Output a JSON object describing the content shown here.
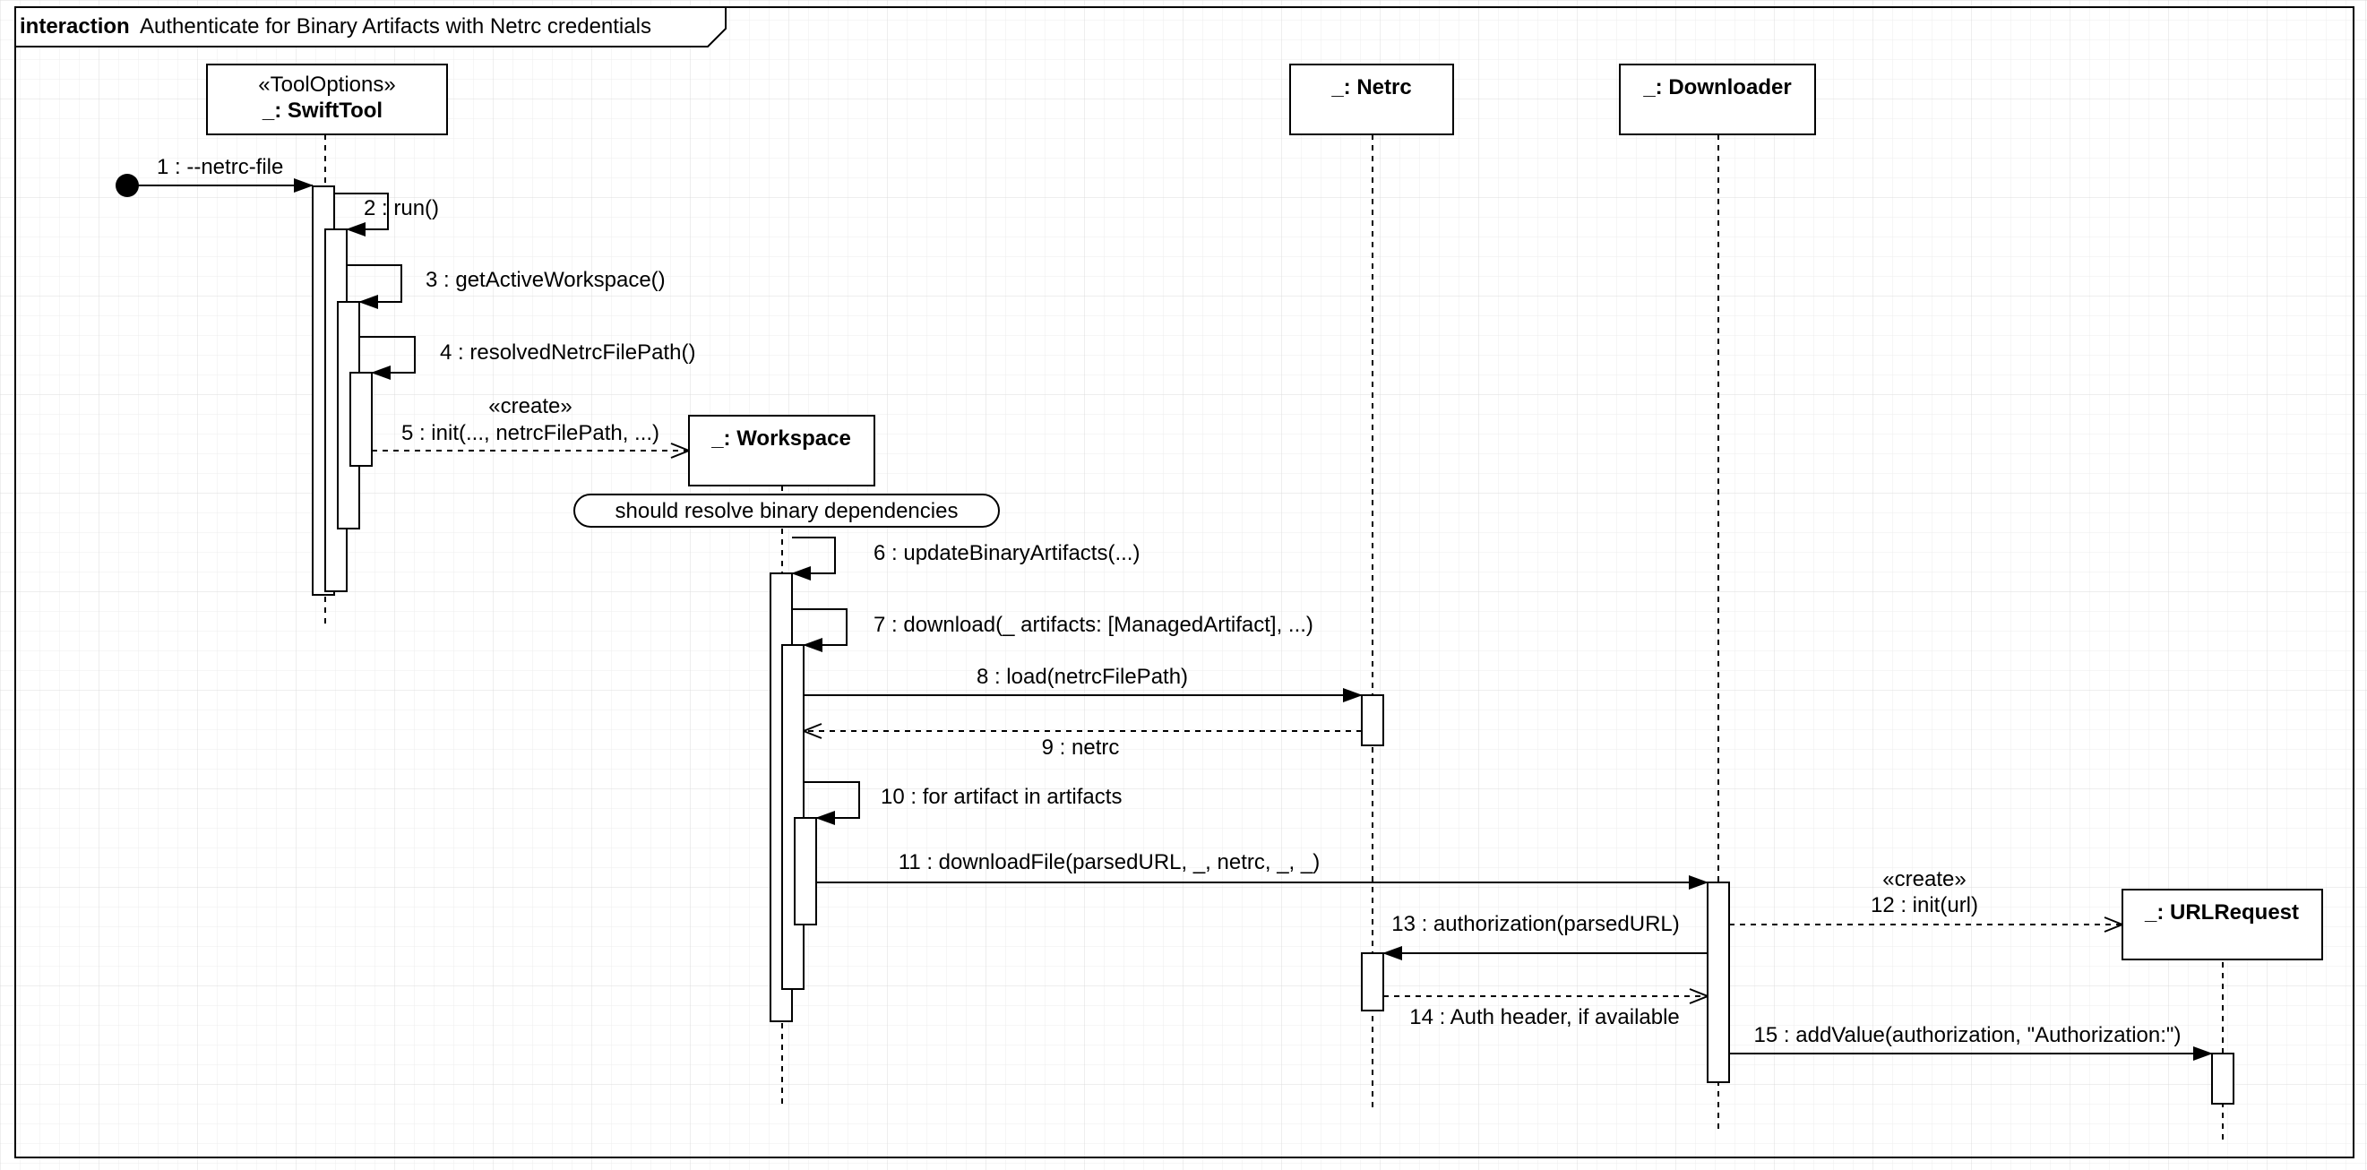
{
  "frame": {
    "keyword": "interaction",
    "title": "Authenticate for Binary Artifacts with Netrc credentials"
  },
  "lifelines": {
    "swifttool": {
      "stereotype": "«ToolOptions»",
      "name": "_: SwiftTool"
    },
    "workspace": {
      "name": "_: Workspace"
    },
    "netrc": {
      "name": "_: Netrc"
    },
    "downloader": {
      "name": "_: Downloader"
    },
    "urlrequest": {
      "name": "_: URLRequest"
    }
  },
  "guard": "should resolve binary dependencies",
  "messages": {
    "m1": "1 : --netrc-file",
    "m2": "2 : run()",
    "m3": "3 : getActiveWorkspace()",
    "m4": "4 : resolvedNetrcFilePath()",
    "m5_stereotype": "«create»",
    "m5": "5 : init(..., netrcFilePath, ...)",
    "m6": "6 : updateBinaryArtifacts(...)",
    "m7": "7 : download(_ artifacts: [ManagedArtifact], ...)",
    "m8": "8 : load(netrcFilePath)",
    "m9": "9 : netrc",
    "m10": "10 : for artifact in artifacts",
    "m11": "11 : downloadFile(parsedURL, _, netrc, _, _)",
    "m12_stereotype": "«create»",
    "m12": "12 : init(url)",
    "m13": "13 : authorization(parsedURL)",
    "m14": "14 : Auth header, if available",
    "m15": "15 : addValue(authorization, \"Authorization:\")"
  }
}
